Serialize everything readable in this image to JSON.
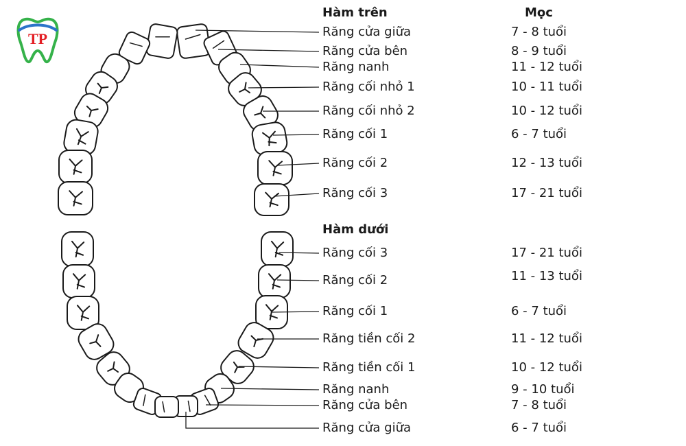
{
  "logo": {
    "text": "TP",
    "colors": {
      "tooth_outline": "#35b24a",
      "text": "#e31e24",
      "arc": "#2c74c9"
    }
  },
  "colors": {
    "line": "#1a1a1a",
    "tooth_fill": "#ffffff"
  },
  "headers": {
    "upper_jaw": "Hàm trên",
    "eruption": "Mọc",
    "lower_jaw": "Hàm dưới"
  },
  "upper_teeth": [
    {
      "name": "Răng cửa giữa",
      "age": "7 - 8 tuổi"
    },
    {
      "name": "Răng cửa bên",
      "age": "8 - 9 tuổi"
    },
    {
      "name": "Răng nanh",
      "age": "11 - 12 tuổi"
    },
    {
      "name": "Răng cối nhỏ 1",
      "age": "10 - 11 tuổi"
    },
    {
      "name": "Răng cối nhỏ 2",
      "age": "10 - 12 tuổi"
    },
    {
      "name": "Răng cối 1",
      "age": "6 - 7 tuổi"
    },
    {
      "name": "Răng cối 2",
      "age": "12 - 13 tuổi"
    },
    {
      "name": "Răng cối 3",
      "age": "17 - 21 tuổi"
    }
  ],
  "lower_teeth": [
    {
      "name": "Răng cối 3",
      "age": "17 - 21 tuổi"
    },
    {
      "name": "Răng cối 2",
      "age": "11 - 13 tuổi"
    },
    {
      "name": "Răng cối 1",
      "age": "6 - 7 tuổi"
    },
    {
      "name": "Răng tiền cối 2",
      "age": "11 - 12 tuổi"
    },
    {
      "name": "Răng tiền cối 1",
      "age": "10 - 12 tuổi"
    },
    {
      "name": "Răng nanh",
      "age": "9 - 10 tuổi"
    },
    {
      "name": "Răng cửa bên",
      "age": "7 - 8 tuổi"
    },
    {
      "name": "Răng cửa giữa",
      "age": "6 - 7 tuổi"
    }
  ]
}
